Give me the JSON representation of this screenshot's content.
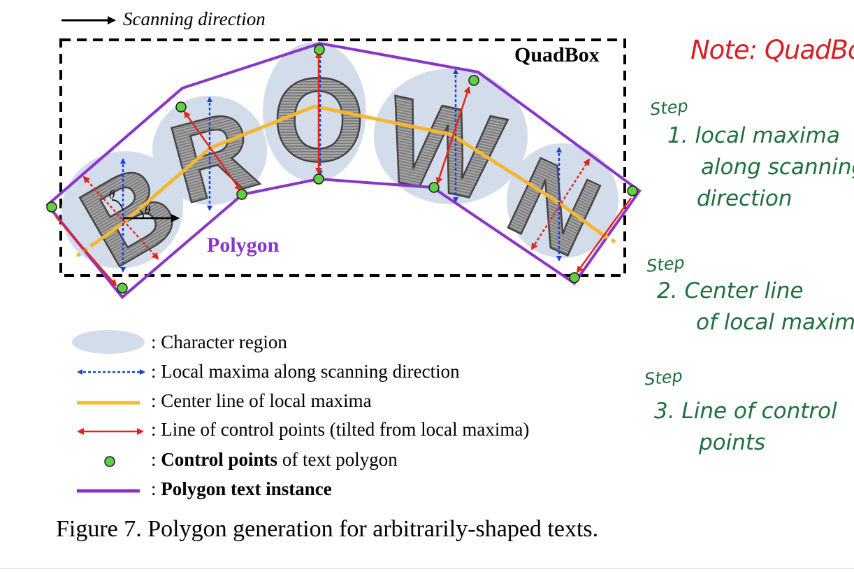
{
  "scanning_label": "Scanning direction",
  "quadbox_label": "QuadBox",
  "polygon_label": "Polygon",
  "characters": [
    "B",
    "R",
    "O",
    "W",
    "N"
  ],
  "theta": "θ",
  "legend": [
    {
      "icon": "character-region-ellipse",
      "text": ": Character region"
    },
    {
      "icon": "blue-dotted-double-arrow",
      "text": ": Local maxima along scanning direction"
    },
    {
      "icon": "yellow-line",
      "text": ": Center line of local maxima"
    },
    {
      "icon": "red-double-arrow",
      "text": ": Line of control points (tilted from local maxima)"
    },
    {
      "icon": "green-dot",
      "bold": "Control points",
      "text": " of text polygon"
    },
    {
      "icon": "purple-line",
      "bold": "Polygon text instance"
    }
  ],
  "caption": "Figure 7. Polygon generation for arbitrarily-shaped texts.",
  "handwritten": {
    "note": "Note: QuadBox",
    "steps": [
      {
        "label": "Step",
        "text_lines": [
          "1. local maxima",
          "along scanning",
          "direction"
        ]
      },
      {
        "label": "Step",
        "text_lines": [
          "2. Center line",
          "of local maxima"
        ]
      },
      {
        "label": "Step",
        "text_lines": [
          "3. Line of control",
          "points"
        ]
      }
    ]
  },
  "colors": {
    "region": "#d3dcea",
    "blue": "#1a3fe0",
    "red": "#e3261c",
    "yellow": "#f5b731",
    "green": "#5fd13f",
    "purple": "#8a35c8",
    "note_red": "#d32026",
    "step_green": "#1e6e3e"
  }
}
